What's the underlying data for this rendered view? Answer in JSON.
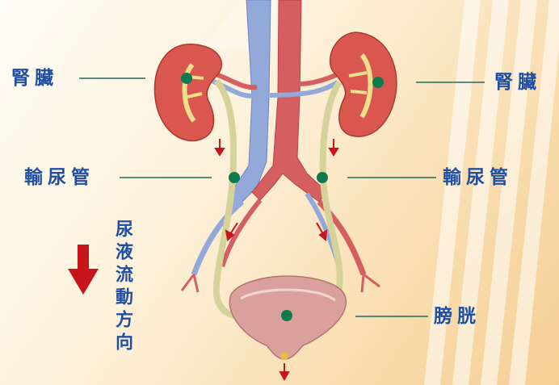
{
  "labels": {
    "kidney_left": "腎臟",
    "kidney_right": "腎臟",
    "ureter_left": "輸尿管",
    "ureter_right": "輸尿管",
    "bladder": "膀胱",
    "urine_flow": "尿液流動方向"
  },
  "colors": {
    "label_text": "#1f4fa3",
    "leader_line": "#1f6b5a",
    "marker_dot": "#0f7a4e",
    "flow_arrow": "#c8151b",
    "kidney": "#d9564f",
    "artery": "#d2585a",
    "vein": "#8fa6d8",
    "ureter": "#d9d79a",
    "bladder": "#d99a98"
  },
  "icons": {
    "flow_arrow": "down-arrow-icon",
    "marker": "green-dot-icon"
  }
}
